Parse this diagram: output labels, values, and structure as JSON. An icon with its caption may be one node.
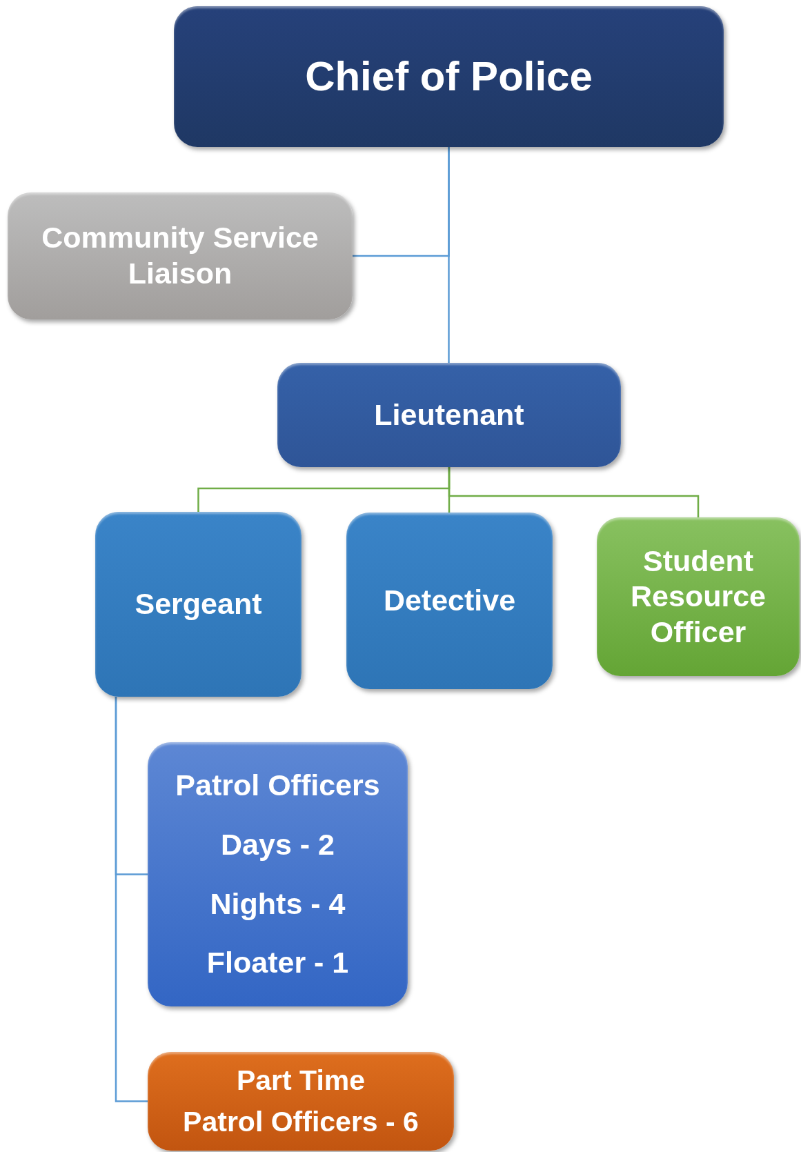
{
  "diagram": {
    "nodes": [
      {
        "text": [
          "Chief of Police"
        ]
      },
      {
        "text": [
          "Community Service Liaison"
        ]
      },
      {
        "text": [
          "Lieutenant"
        ]
      },
      {
        "text": [
          "Sergeant"
        ]
      },
      {
        "text": [
          "Detective"
        ]
      },
      {
        "text": [
          "Student Resource Officer"
        ]
      },
      {
        "text": [
          "Patrol Officers",
          "Days - 2",
          "Nights - 4",
          "Floater - 1"
        ]
      },
      {
        "text": [
          "Part Time",
          "Patrol Officers - 6"
        ]
      }
    ],
    "edges": [
      {
        "from": 0,
        "to": 1,
        "arrow": "none"
      },
      {
        "from": 0,
        "to": 2,
        "arrow": "none"
      },
      {
        "from": 2,
        "to": 3,
        "arrow": "none",
        "color": "#70ad47"
      },
      {
        "from": 2,
        "to": 4,
        "arrow": "none",
        "color": "#70ad47"
      },
      {
        "from": 2,
        "to": 5,
        "arrow": "none",
        "color": "#70ad47"
      },
      {
        "from": 3,
        "to": 6,
        "arrow": "none"
      },
      {
        "from": 3,
        "to": 7,
        "arrow": "none"
      }
    ]
  }
}
